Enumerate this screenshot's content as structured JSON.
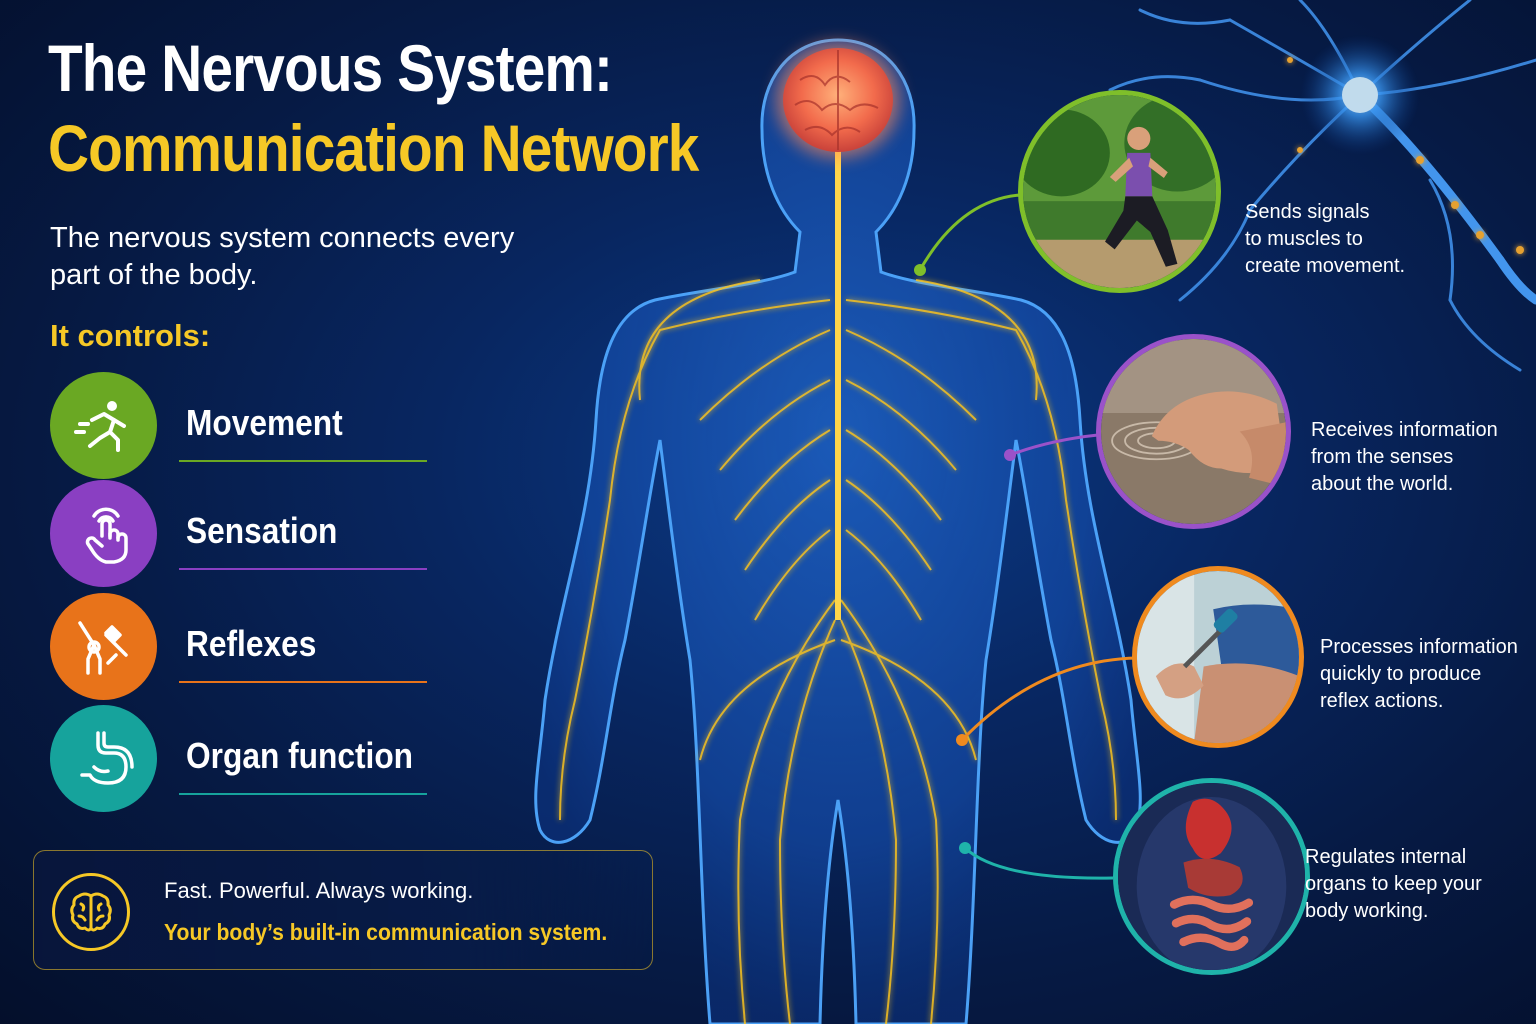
{
  "title": {
    "line1": "The Nervous System:",
    "line2": "Communication Network"
  },
  "intro": "The nervous system connects every part of the body.",
  "controls": {
    "heading": "It controls:",
    "items": [
      {
        "label": "Movement",
        "icon": "running-person-icon",
        "color": "#6aa823"
      },
      {
        "label": "Sensation",
        "icon": "touch-hand-icon",
        "color": "#8a3fc2"
      },
      {
        "label": "Reflexes",
        "icon": "reflex-hammer-icon",
        "color": "#e8731a"
      },
      {
        "label": "Organ function",
        "icon": "stomach-icon",
        "color": "#16a39c"
      }
    ]
  },
  "banner": {
    "icon": "brain-icon",
    "line1": "Fast. Powerful. Always working.",
    "line2": "Your body’s built-in communication system."
  },
  "callouts": [
    {
      "text": "Sends signals\nto muscles to\ncreate movement.",
      "image": "runner-photo",
      "color": "#7fbf2a"
    },
    {
      "text": "Receives information\nfrom the senses\nabout the world.",
      "image": "finger-touch-photo",
      "color": "#9a52c9"
    },
    {
      "text": "Processes information\nquickly to produce\nreflex actions.",
      "image": "knee-reflex-photo",
      "color": "#ef8a1f"
    },
    {
      "text": "Regulates internal\norgans to keep your\nbody working.",
      "image": "internal-organs-photo",
      "color": "#1fb3aa"
    }
  ],
  "colors": {
    "accent_yellow": "#f6c826",
    "nerve_yellow": "#ffc61a",
    "body_blue": "#2a7fe0",
    "background": "#061a44"
  }
}
